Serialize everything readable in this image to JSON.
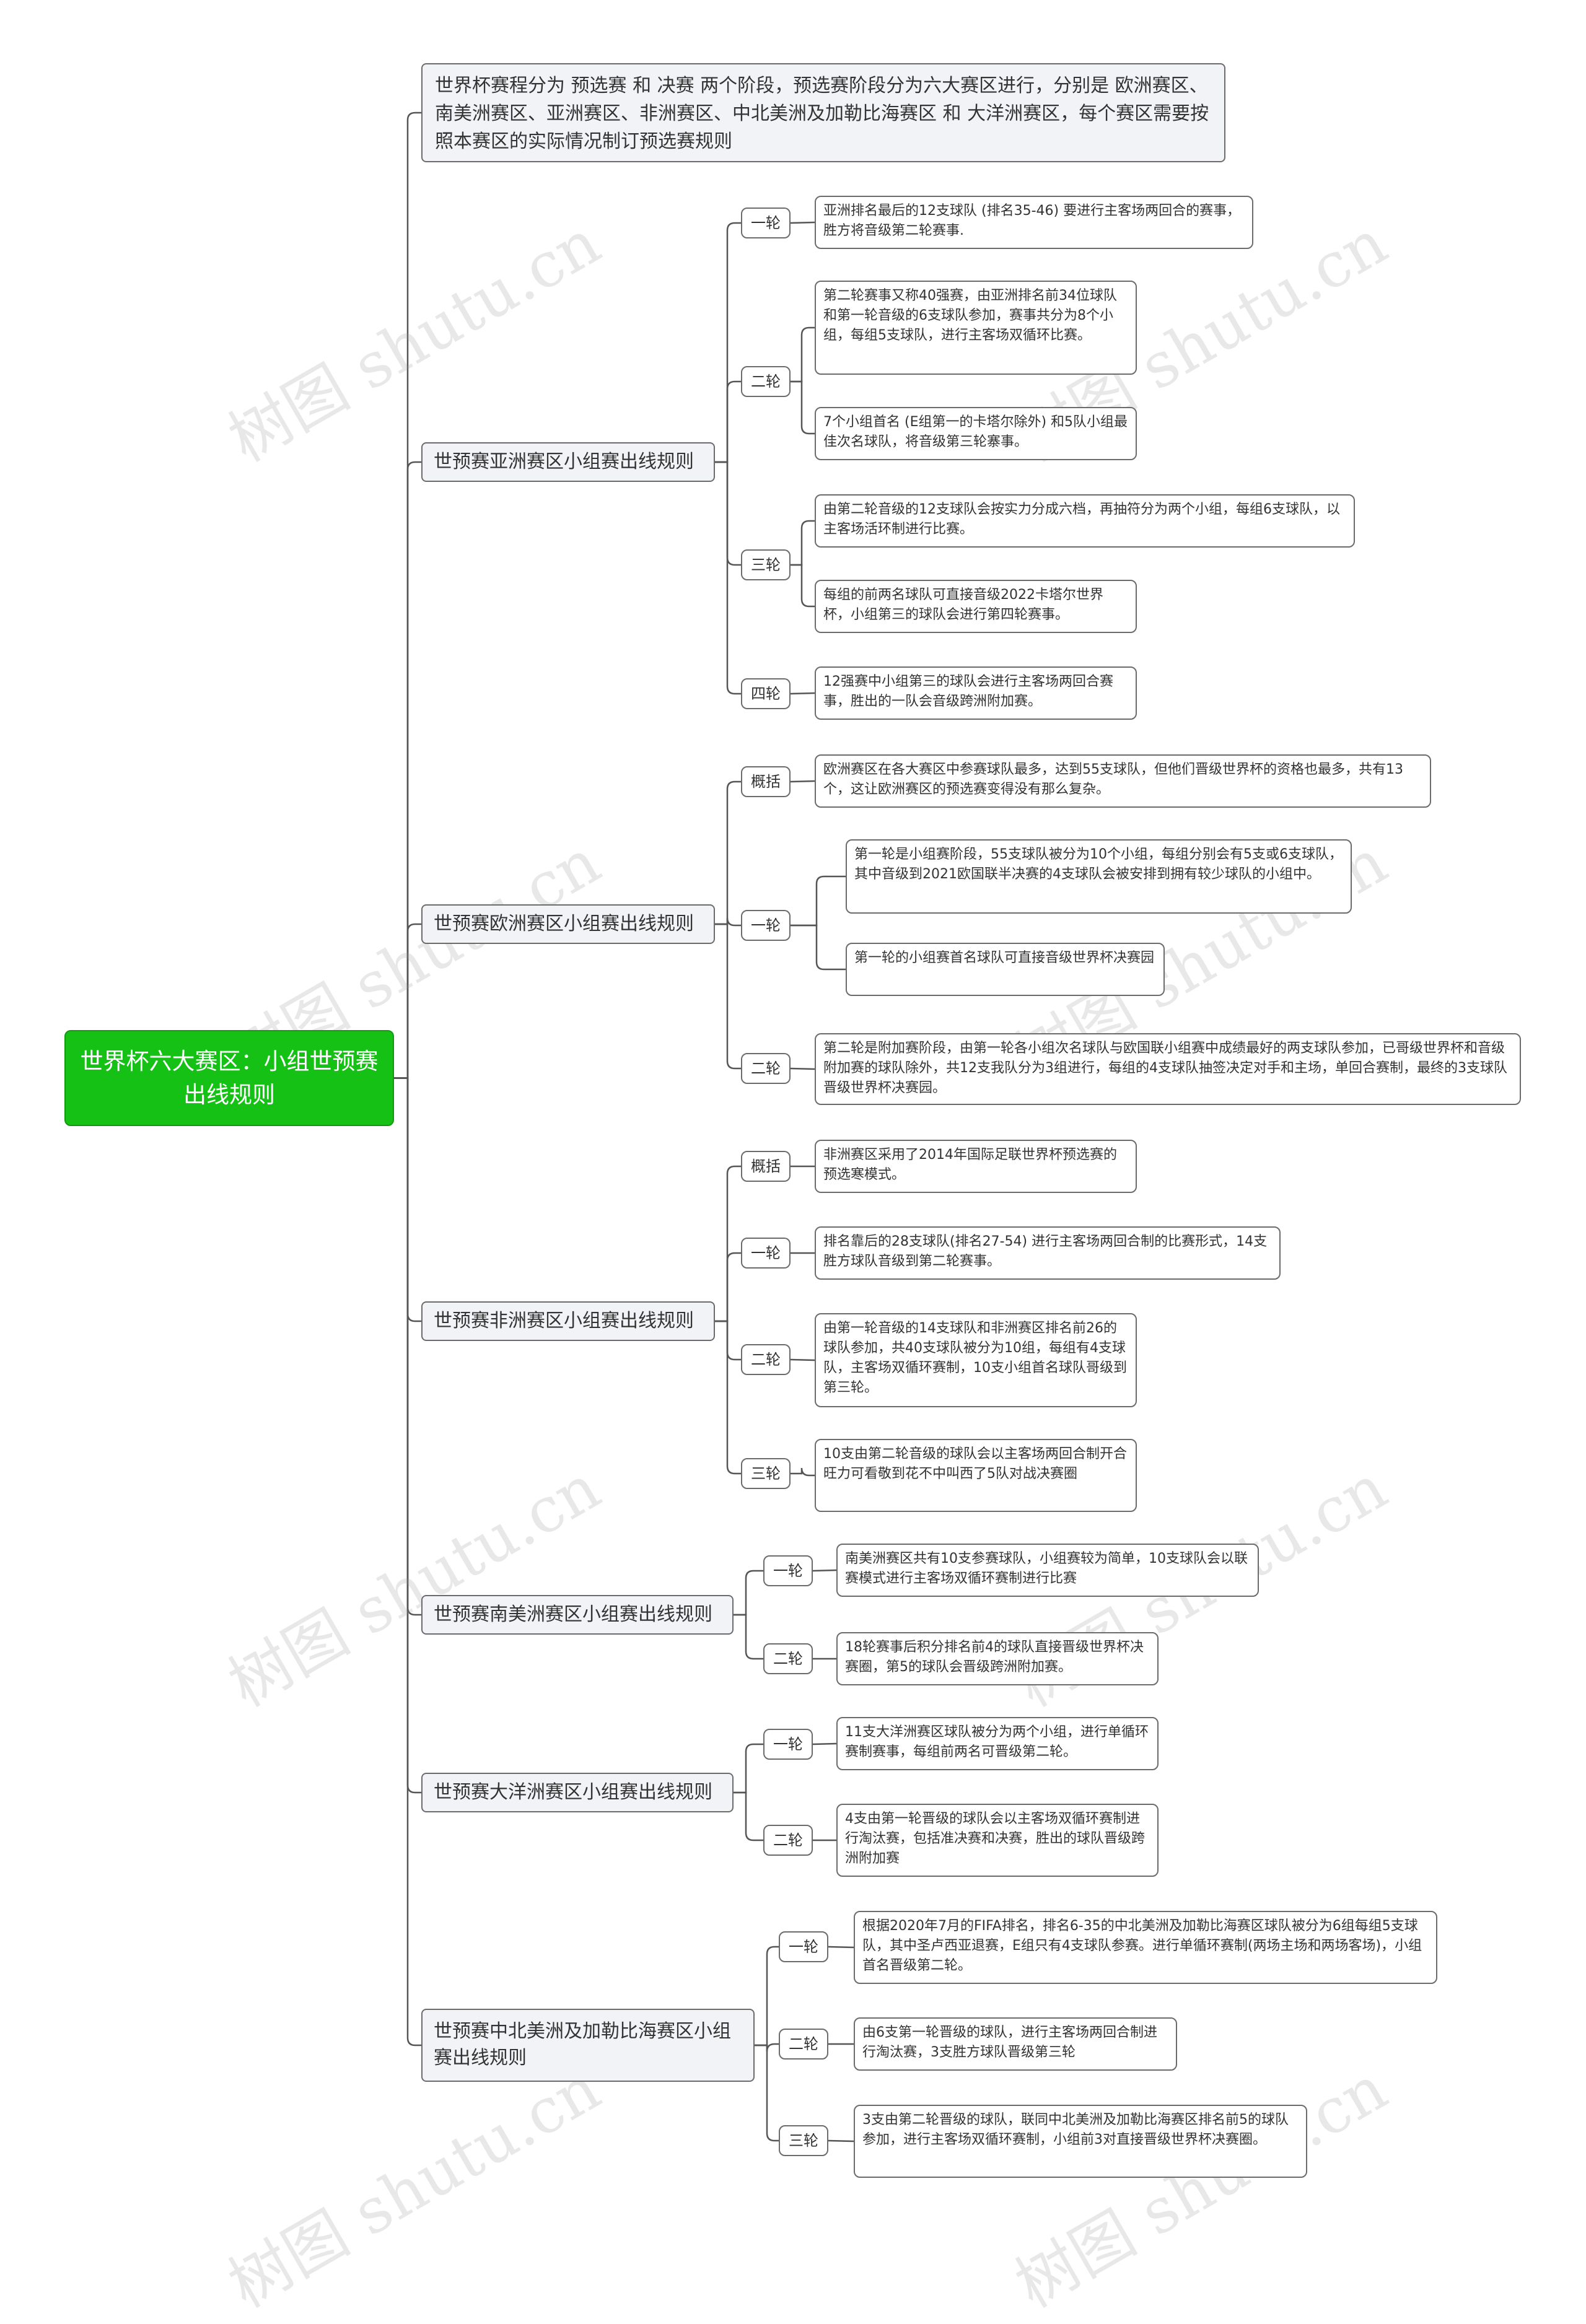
{
  "root": {
    "title": "世界杯六大赛区：小组世预赛出线规则"
  },
  "intro": "世界杯赛程分为 预选赛 和 决赛 两个阶段，预选赛阶段分为六大赛区进行，分别是 欧洲赛区、南美洲赛区、亚洲赛区、非洲赛区、中北美洲及加勒比海赛区 和 大洋洲赛区，每个赛区需要按照本赛区的实际情况制订预选赛规则",
  "regions": [
    {
      "label": "世预赛亚洲赛区小组赛出线规则",
      "rounds": [
        {
          "label": "一轮",
          "items": [
            "亚洲排名最后的12支球队 (排名35-46) 要进行主客场两回合的赛事，胜方将音级第二轮赛事."
          ]
        },
        {
          "label": "二轮",
          "items": [
            "第二轮赛事又称40强赛，由亚洲排名前34位球队和第一轮音级的6支球队参加，赛事共分为8个小组，每组5支球队，进行主客场双循环比赛。",
            "7个小组首名 (E组第一的卡塔尔除外) 和5队小组最佳次名球队，将音级第三轮寨事。"
          ]
        },
        {
          "label": "三轮",
          "items": [
            "由第二轮音级的12支球队会按实力分成六档，再抽符分为两个小组，每组6支球队，以主客场活环制进行比赛。",
            "每组的前两名球队可直接音级2022卡塔尔世界杯，小组第三的球队会进行第四轮赛事。"
          ]
        },
        {
          "label": "四轮",
          "items": [
            "12强赛中小组第三的球队会进行主客场两回合赛事，胜出的一队会音级跨洲附加赛。"
          ]
        }
      ]
    },
    {
      "label": "世预赛欧洲赛区小组赛出线规则",
      "rounds": [
        {
          "label": "概括",
          "items": [
            "欧洲赛区在各大赛区中参赛球队最多，达到55支球队，但他们晋级世界杯的资格也最多，共有13个，这让欧洲赛区的预选赛变得没有那么复杂。"
          ]
        },
        {
          "label": "一轮",
          "items": [
            "第一轮是小组赛阶段，55支球队被分为10个小组，每组分别会有5支或6支球队，其中音级到2021欧国联半决赛的4支球队会被安排到拥有较少球队的小组中。",
            "第一轮的小组赛首名球队可直接音级世界杯决赛园"
          ]
        },
        {
          "label": "二轮",
          "items": [
            "第二轮是附加赛阶段，由第一轮各小组次名球队与欧国联小组赛中成绩最好的两支球队参加，已哥级世界杯和音级附加赛的球队除外，共12支我队分为3组进行，每组的4支球队抽签决定对手和主场，单回合赛制，最终的3支球队晋级世界杯决赛园。"
          ]
        }
      ]
    },
    {
      "label": "世预赛非洲赛区小组赛出线规则",
      "rounds": [
        {
          "label": "概括",
          "items": [
            "非洲赛区采用了2014年国际足联世界杯预选赛的预选寒模式。"
          ]
        },
        {
          "label": "一轮",
          "items": [
            "排名靠后的28支球队(排名27-54) 进行主客场两回合制的比赛形式，14支胜方球队音级到第二轮赛事。"
          ]
        },
        {
          "label": "二轮",
          "items": [
            "由第一轮音级的14支球队和非洲赛区排名前26的球队参加，共40支球队被分为10组，每组有4支球队，主客场双循环赛制，10支小组首名球队哥级到第三轮。"
          ]
        },
        {
          "label": "三轮",
          "items": [
            "10支由第二轮音级的球队会以主客场两回合制开合旺力可看敬到花不中叫西了5队对战决赛圈"
          ]
        }
      ]
    },
    {
      "label": "世预赛南美洲赛区小组赛出线规则",
      "rounds": [
        {
          "label": "一轮",
          "items": [
            "南美洲赛区共有10支参赛球队，小组赛较为简单，10支球队会以联赛模式进行主客场双循环赛制进行比赛"
          ]
        },
        {
          "label": "二轮",
          "items": [
            "18轮赛事后积分排名前4的球队直接晋级世界杯决赛圈，第5的球队会晋级跨洲附加赛。"
          ]
        }
      ]
    },
    {
      "label": "世预赛大洋洲赛区小组赛出线规则",
      "rounds": [
        {
          "label": "一轮",
          "items": [
            "11支大洋洲赛区球队被分为两个小组，进行单循环赛制赛事，每组前两名可晋级第二轮。"
          ]
        },
        {
          "label": "二轮",
          "items": [
            "4支由第一轮晋级的球队会以主客场双循环赛制进行淘汰赛，包括准决赛和决赛，胜出的球队晋级跨洲附加赛"
          ]
        }
      ]
    },
    {
      "label": "世预赛中北美洲及加勒比海赛区小组赛出线规则",
      "rounds": [
        {
          "label": "一轮",
          "items": [
            "根据2020年7月的FIFA排名，排名6-35的中北美洲及加勒比海赛区球队被分为6组每组5支球队，其中圣卢西亚退赛，E组只有4支球队参赛。进行单循环赛制(两场主场和两场客场)，小组首名晋级第二轮。"
          ]
        },
        {
          "label": "二轮",
          "items": [
            "由6支第一轮晋级的球队，进行主客场两回合制进行淘汰赛，3支胜方球队晋级第三轮"
          ]
        },
        {
          "label": "三轮",
          "items": [
            "3支由第二轮晋级的球队，联同中北美洲及加勒比海赛区排名前5的球队参加，进行主客场双循环赛制，小组前3对直接晋级世界杯决赛圈。"
          ]
        }
      ]
    }
  ],
  "watermark": "树图 shutu.cn"
}
